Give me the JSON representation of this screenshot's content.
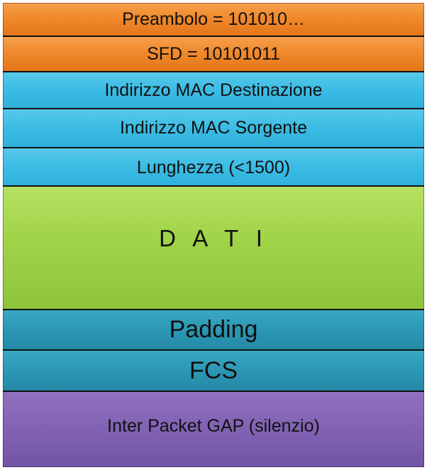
{
  "frame": {
    "fields": [
      {
        "id": "preamble",
        "label": "Preambolo = 101010…",
        "color": "#f08a2c"
      },
      {
        "id": "sfd",
        "label": "SFD  = 10101011",
        "color": "#f08a2c"
      },
      {
        "id": "dst",
        "label": "Indirizzo MAC Destinazione",
        "color": "#3bbce4"
      },
      {
        "id": "src",
        "label": "Indirizzo MAC Sorgente",
        "color": "#3bbce4"
      },
      {
        "id": "len",
        "label": "Lunghezza (<1500)",
        "color": "#3bbce4"
      },
      {
        "id": "data",
        "label": "D A T I",
        "color": "#a2d44a"
      },
      {
        "id": "pad",
        "label": "Padding",
        "color": "#2c98b4"
      },
      {
        "id": "fcs",
        "label": "FCS",
        "color": "#2c98b4"
      },
      {
        "id": "gap",
        "label": "Inter Packet GAP (silenzio)",
        "color": "#8162b3"
      }
    ]
  }
}
